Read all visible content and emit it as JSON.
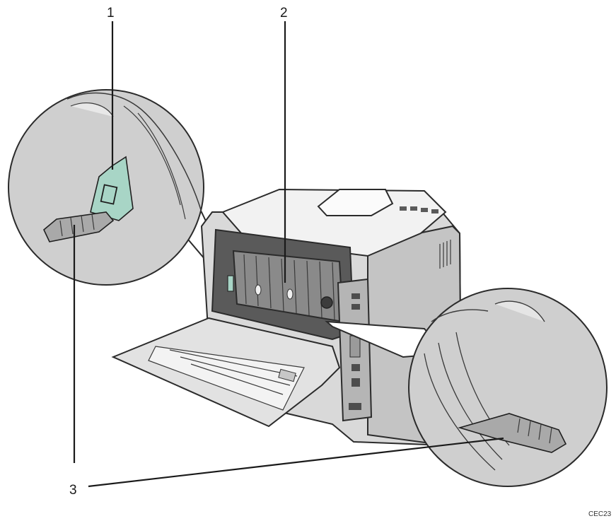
{
  "callouts": {
    "one": "1",
    "two": "2",
    "three": "3"
  },
  "figure_code": "CEC23",
  "colors": {
    "lever_green": "#a8d5c6",
    "printer_body": "#dcdcdc",
    "printer_dark": "#6e6e6e",
    "magnifier_fill": "#c9c9c9"
  }
}
